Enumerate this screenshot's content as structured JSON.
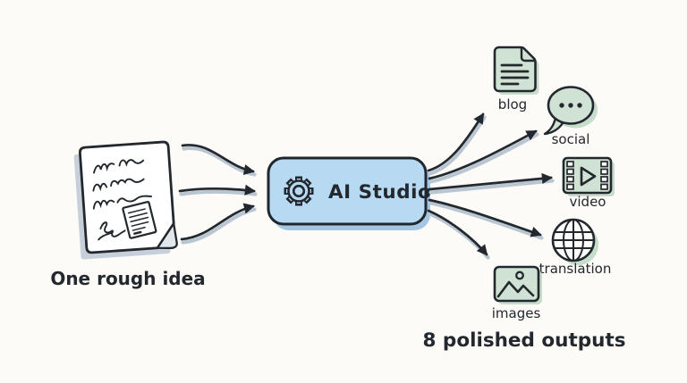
{
  "page": {
    "background": "#fcfbf8",
    "ink": "#23282e"
  },
  "input": {
    "caption": "One rough idea",
    "icon": "handwritten-note-icon"
  },
  "processor": {
    "label": "AI Studio",
    "icon": "gear-icon"
  },
  "outputs": {
    "caption": "8 polished outputs",
    "items": [
      {
        "label": "blog",
        "icon": "document-icon"
      },
      {
        "label": "social",
        "icon": "speech-bubble-icon"
      },
      {
        "label": "video",
        "icon": "film-strip-icon"
      },
      {
        "label": "translation",
        "icon": "globe-icon"
      },
      {
        "label": "images",
        "icon": "picture-icon"
      }
    ]
  },
  "colors": {
    "arrow_ink": "#23282e",
    "arrow_shadow": "#b9c6d2",
    "box_blue": "#b7d9f2",
    "box_shadow_blue": "#a3c6e3",
    "icon_green": "#cfe2d3",
    "icon_shadow_green": "#c6ddcc",
    "paper_shadow": "#c7d0da"
  }
}
